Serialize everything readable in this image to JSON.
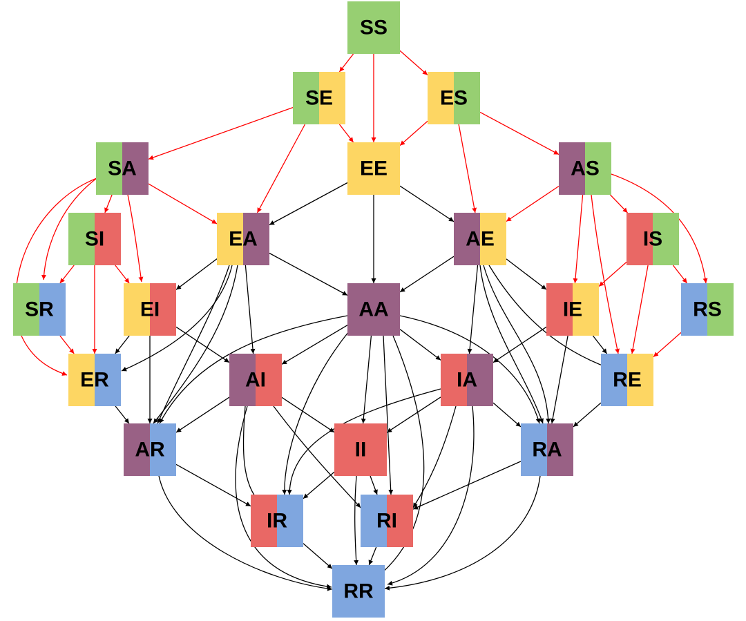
{
  "colors": {
    "S": "#97cf72",
    "E": "#fdd663",
    "A": "#996185",
    "I": "#e96865",
    "R": "#7fa6df",
    "edge_red": "#ff0000",
    "edge_black": "#000000"
  },
  "nodes": [
    {
      "id": "SS",
      "label": "SS"
    },
    {
      "id": "SE",
      "label": "SE"
    },
    {
      "id": "ES",
      "label": "ES"
    },
    {
      "id": "SA",
      "label": "SA"
    },
    {
      "id": "EE",
      "label": "EE"
    },
    {
      "id": "AS",
      "label": "AS"
    },
    {
      "id": "SI",
      "label": "SI"
    },
    {
      "id": "EA",
      "label": "EA"
    },
    {
      "id": "AE",
      "label": "AE"
    },
    {
      "id": "IS",
      "label": "IS"
    },
    {
      "id": "SR",
      "label": "SR"
    },
    {
      "id": "EI",
      "label": "EI"
    },
    {
      "id": "AA",
      "label": "AA"
    },
    {
      "id": "IE",
      "label": "IE"
    },
    {
      "id": "RS",
      "label": "RS"
    },
    {
      "id": "ER",
      "label": "ER"
    },
    {
      "id": "AI",
      "label": "AI"
    },
    {
      "id": "IA",
      "label": "IA"
    },
    {
      "id": "RE",
      "label": "RE"
    },
    {
      "id": "AR",
      "label": "AR"
    },
    {
      "id": "II",
      "label": "II"
    },
    {
      "id": "RA",
      "label": "RA"
    },
    {
      "id": "IR",
      "label": "IR"
    },
    {
      "id": "RI",
      "label": "RI"
    },
    {
      "id": "RR",
      "label": "RR"
    }
  ],
  "edges": [
    {
      "from": "SS",
      "to": "SE",
      "color": "red"
    },
    {
      "from": "SS",
      "to": "EE",
      "color": "red"
    },
    {
      "from": "SS",
      "to": "ES",
      "color": "red"
    },
    {
      "from": "SE",
      "to": "SA",
      "color": "red"
    },
    {
      "from": "SE",
      "to": "EE",
      "color": "red"
    },
    {
      "from": "SE",
      "to": "EA",
      "color": "red"
    },
    {
      "from": "ES",
      "to": "EE",
      "color": "red"
    },
    {
      "from": "ES",
      "to": "AS",
      "color": "red"
    },
    {
      "from": "ES",
      "to": "AE",
      "color": "red"
    },
    {
      "from": "SA",
      "to": "SI",
      "color": "red"
    },
    {
      "from": "SA",
      "to": "EA",
      "color": "red"
    },
    {
      "from": "SA",
      "to": "EI",
      "color": "red"
    },
    {
      "from": "SA",
      "to": "SR",
      "color": "red"
    },
    {
      "from": "SA",
      "to": "ER",
      "color": "red"
    },
    {
      "from": "AS",
      "to": "AE",
      "color": "red"
    },
    {
      "from": "AS",
      "to": "IS",
      "color": "red"
    },
    {
      "from": "AS",
      "to": "IE",
      "color": "red"
    },
    {
      "from": "AS",
      "to": "RE",
      "color": "red"
    },
    {
      "from": "AS",
      "to": "RS",
      "color": "red"
    },
    {
      "from": "SI",
      "to": "SR",
      "color": "red"
    },
    {
      "from": "SI",
      "to": "EI",
      "color": "red"
    },
    {
      "from": "SI",
      "to": "ER",
      "color": "red"
    },
    {
      "from": "IS",
      "to": "IE",
      "color": "red"
    },
    {
      "from": "IS",
      "to": "RE",
      "color": "red"
    },
    {
      "from": "IS",
      "to": "RS",
      "color": "red"
    },
    {
      "from": "SR",
      "to": "ER",
      "color": "red"
    },
    {
      "from": "RS",
      "to": "RE",
      "color": "red"
    },
    {
      "from": "EE",
      "to": "EA",
      "color": "black"
    },
    {
      "from": "EE",
      "to": "AA",
      "color": "black"
    },
    {
      "from": "EE",
      "to": "AE",
      "color": "black"
    },
    {
      "from": "EA",
      "to": "EI",
      "color": "black"
    },
    {
      "from": "EA",
      "to": "AA",
      "color": "black"
    },
    {
      "from": "EA",
      "to": "ER",
      "color": "black"
    },
    {
      "from": "EA",
      "to": "AR",
      "color": "black"
    },
    {
      "from": "EA",
      "to": "AR",
      "color": "black"
    },
    {
      "from": "EA",
      "to": "AI",
      "color": "black"
    },
    {
      "from": "AE",
      "to": "AA",
      "color": "black"
    },
    {
      "from": "AE",
      "to": "IE",
      "color": "black"
    },
    {
      "from": "AE",
      "to": "IA",
      "color": "black"
    },
    {
      "from": "AE",
      "to": "RA",
      "color": "black"
    },
    {
      "from": "AE",
      "to": "RA",
      "color": "black"
    },
    {
      "from": "AE",
      "to": "RE",
      "color": "black"
    },
    {
      "from": "EI",
      "to": "ER",
      "color": "black"
    },
    {
      "from": "EI",
      "to": "AR",
      "color": "black"
    },
    {
      "from": "EI",
      "to": "AI",
      "color": "black"
    },
    {
      "from": "IE",
      "to": "IA",
      "color": "black"
    },
    {
      "from": "IE",
      "to": "RE",
      "color": "black"
    },
    {
      "from": "IE",
      "to": "RA",
      "color": "black"
    },
    {
      "from": "AA",
      "to": "AI",
      "color": "black"
    },
    {
      "from": "AA",
      "to": "IA",
      "color": "black"
    },
    {
      "from": "AA",
      "to": "AR",
      "color": "black"
    },
    {
      "from": "AA",
      "to": "RA",
      "color": "black"
    },
    {
      "from": "AA",
      "to": "IR",
      "color": "black"
    },
    {
      "from": "AA",
      "to": "II",
      "color": "black"
    },
    {
      "from": "AA",
      "to": "RI",
      "color": "black"
    },
    {
      "from": "AA",
      "to": "RR",
      "color": "black"
    },
    {
      "from": "ER",
      "to": "AR",
      "color": "black"
    },
    {
      "from": "RE",
      "to": "RA",
      "color": "black"
    },
    {
      "from": "AI",
      "to": "AR",
      "color": "black"
    },
    {
      "from": "AI",
      "to": "II",
      "color": "black"
    },
    {
      "from": "AI",
      "to": "IR",
      "color": "black"
    },
    {
      "from": "AI",
      "to": "RI",
      "color": "black"
    },
    {
      "from": "AI",
      "to": "RR",
      "color": "black"
    },
    {
      "from": "IA",
      "to": "II",
      "color": "black"
    },
    {
      "from": "IA",
      "to": "IR",
      "color": "black"
    },
    {
      "from": "IA",
      "to": "RA",
      "color": "black"
    },
    {
      "from": "IA",
      "to": "RI",
      "color": "black"
    },
    {
      "from": "IA",
      "to": "RR",
      "color": "black"
    },
    {
      "from": "AR",
      "to": "IR",
      "color": "black"
    },
    {
      "from": "AR",
      "to": "RR",
      "color": "black"
    },
    {
      "from": "II",
      "to": "IR",
      "color": "black"
    },
    {
      "from": "II",
      "to": "RI",
      "color": "black"
    },
    {
      "from": "II",
      "to": "RR",
      "color": "black"
    },
    {
      "from": "RA",
      "to": "RI",
      "color": "black"
    },
    {
      "from": "RA",
      "to": "RR",
      "color": "black"
    },
    {
      "from": "IR",
      "to": "RR",
      "color": "black"
    },
    {
      "from": "RI",
      "to": "RR",
      "color": "black"
    }
  ]
}
